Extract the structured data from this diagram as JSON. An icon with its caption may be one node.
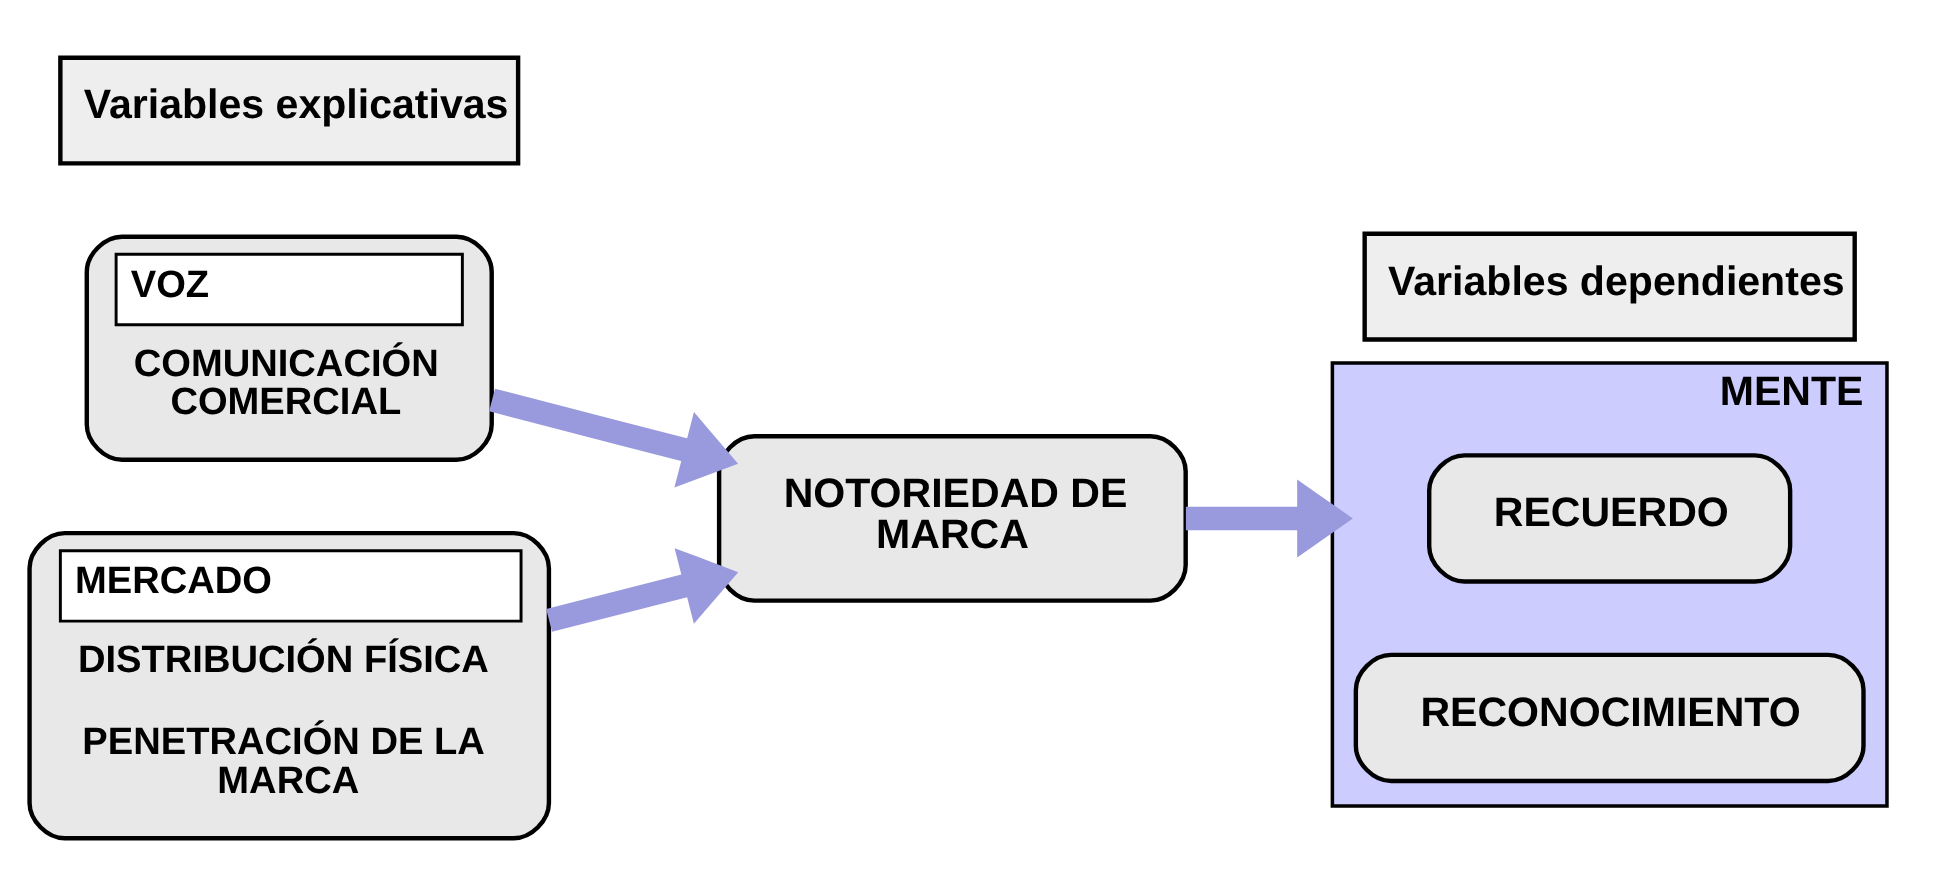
{
  "diagram": {
    "nodes": [
      {
        "text": [
          "Variables explicativas"
        ]
      },
      {
        "text": [
          "Variables dependientes"
        ]
      },
      {
        "text": [
          "VOZ",
          "COMUNICACIÓN COMERCIAL"
        ]
      },
      {
        "text": [
          "MERCADO",
          "DISTRIBUCIÓN FÍSICA",
          "PENETRACIÓN DE LA MARCA"
        ]
      },
      {
        "text": [
          "NOTORIEDAD DE MARCA"
        ]
      },
      {
        "text": [
          "MENTE"
        ]
      },
      {
        "text": [
          "RECUERDO"
        ],
        "in": 5
      },
      {
        "text": [
          "RECONOCIMIENTO"
        ],
        "in": 5
      }
    ],
    "edges": [
      {
        "from": 2,
        "to": 4,
        "arrow": "to"
      },
      {
        "from": 3,
        "to": 4,
        "arrow": "to"
      },
      {
        "from": 4,
        "to": 5,
        "arrow": "to"
      }
    ]
  }
}
